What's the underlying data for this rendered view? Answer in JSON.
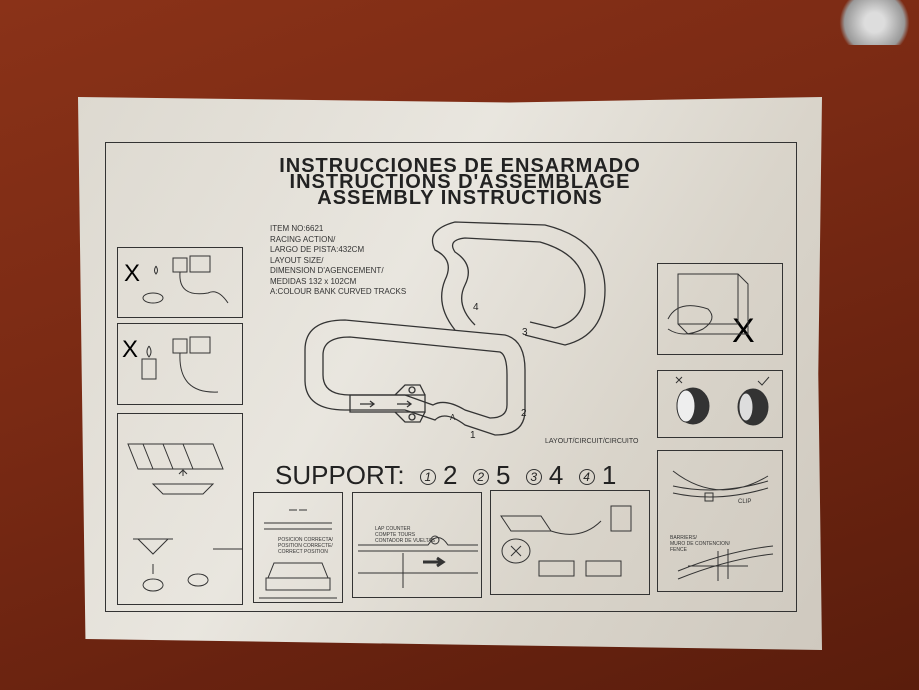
{
  "titles": [
    "INSTRUCCIONES DE ENSARMADO",
    "INSTRUCTIONS D'ASSEMBLAGE",
    "ASSEMBLY INSTRUCTIONS"
  ],
  "info": [
    "ITEM NO:6621",
    "RACING ACTION/",
    "LARGO DE PISTA:432CM",
    "LAYOUT SIZE/",
    "DIMENSION D'AGENCEMENT/",
    "MEDIDAS 132 x 102CM",
    "A:COLOUR BANK CURVED TRACKS"
  ],
  "support": {
    "label": "SUPPORT:",
    "items": [
      {
        "n": "1",
        "count": "2"
      },
      {
        "n": "2",
        "count": "5"
      },
      {
        "n": "3",
        "count": "4"
      },
      {
        "n": "4",
        "count": "1"
      }
    ]
  },
  "layout_label": "LAYOUT/CIRCUIT/CIRCUITO",
  "track_markers": [
    "1",
    "2",
    "3",
    "4",
    "A"
  ],
  "panels": {
    "position": [
      "POSICION CORRECTA/",
      "POSITION CORRECTE/",
      "CORRECT POSITION"
    ],
    "lap": [
      "LAP COUNTER",
      "COMPTE TOURS",
      "CONTADOR DE VUELTAS"
    ],
    "clip": "CLIP",
    "barrier": [
      "BARRIERS/",
      "MURO DE CONTENCION/",
      "FENCE"
    ],
    "x": "X"
  }
}
